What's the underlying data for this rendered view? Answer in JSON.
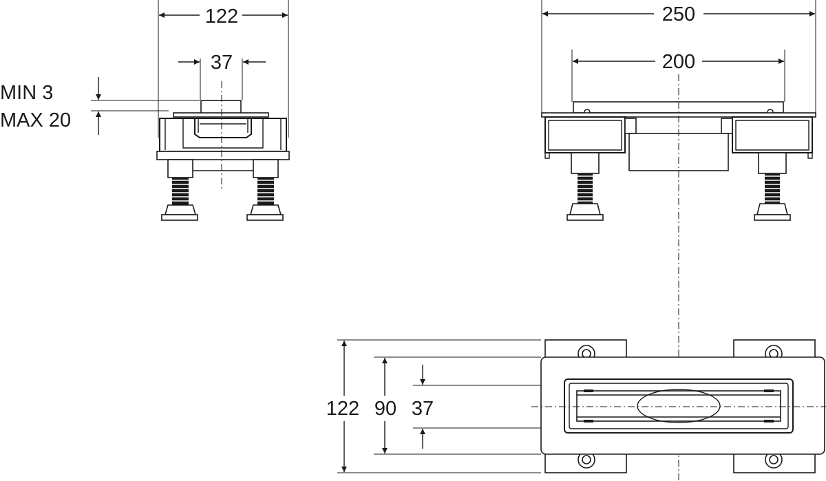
{
  "side_view": {
    "width": "122",
    "slot_width": "37",
    "min_label": "MIN 3",
    "max_label": "MAX 20"
  },
  "front_view": {
    "overall_width": "250",
    "support_span": "200"
  },
  "top_view": {
    "overall_depth": "122",
    "frame_depth": "90",
    "slot_depth": "37"
  },
  "colors": {
    "line": "#1a1a1a",
    "background": "#ffffff"
  }
}
